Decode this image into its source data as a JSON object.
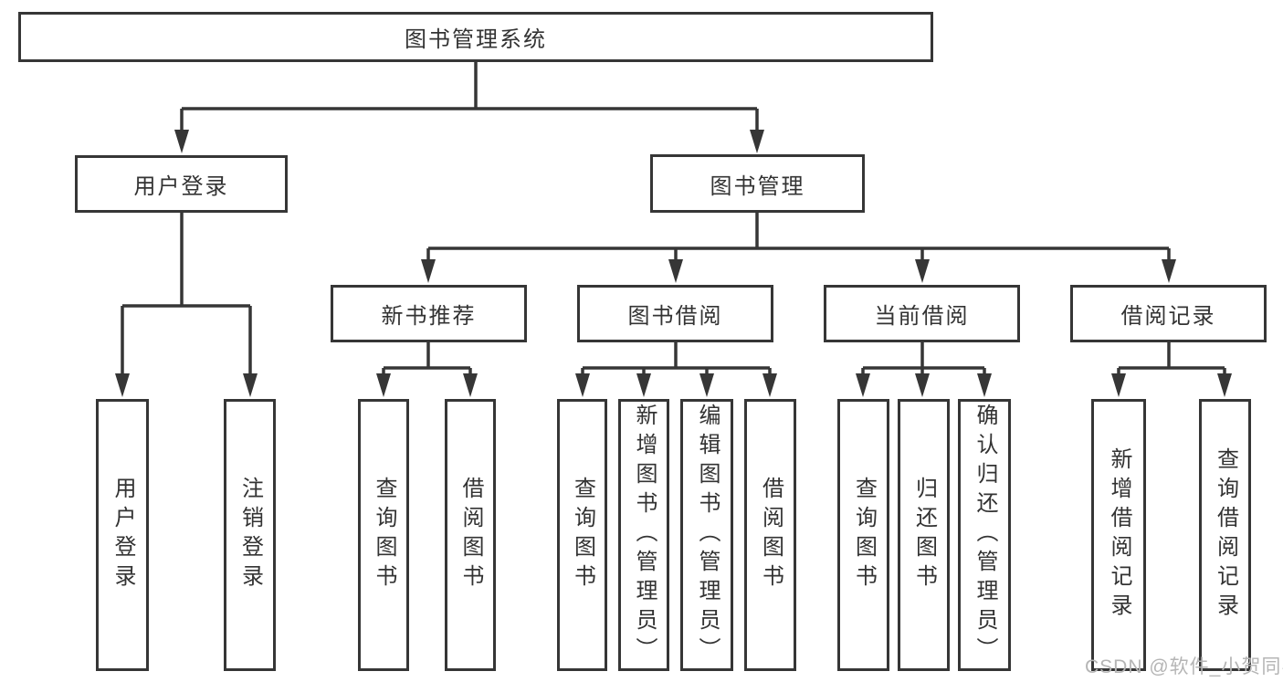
{
  "diagram": {
    "title": "图书管理系统",
    "level2": {
      "user_login": {
        "label": "用户登录"
      },
      "book_management": {
        "label": "图书管理"
      }
    },
    "level3": {
      "new_book_recommend": {
        "label": "新书推荐"
      },
      "book_borrowing": {
        "label": "图书借阅"
      },
      "current_borrowing": {
        "label": "当前借阅"
      },
      "borrowing_records": {
        "label": "借阅记录"
      }
    },
    "leaves": {
      "user_login_login": {
        "label": "用户登录"
      },
      "user_login_logout": {
        "label": "注销登录"
      },
      "nbr_query_books": {
        "label": "查询图书"
      },
      "nbr_borrow_books": {
        "label": "借阅图书"
      },
      "bb_query_books": {
        "label": "查询图书"
      },
      "bb_add_books_admin": {
        "label": "新增图书（管理员）"
      },
      "bb_edit_books_admin": {
        "label": "编辑图书（管理员）"
      },
      "bb_borrow_books": {
        "label": "借阅图书"
      },
      "cb_query_books": {
        "label": "查询图书"
      },
      "cb_return_books": {
        "label": "归还图书"
      },
      "cb_confirm_return_admin": {
        "label": "确认归还（管理员）"
      },
      "br_add_record": {
        "label": "新增借阅记录"
      },
      "br_query_record": {
        "label": "查询借阅记录"
      }
    }
  },
  "watermark": {
    "text": "CSDN @软件_小贺同学"
  },
  "colors": {
    "line": "#363636",
    "text": "#333333",
    "background": "#ffffff",
    "watermark": "#b5b5b5"
  }
}
